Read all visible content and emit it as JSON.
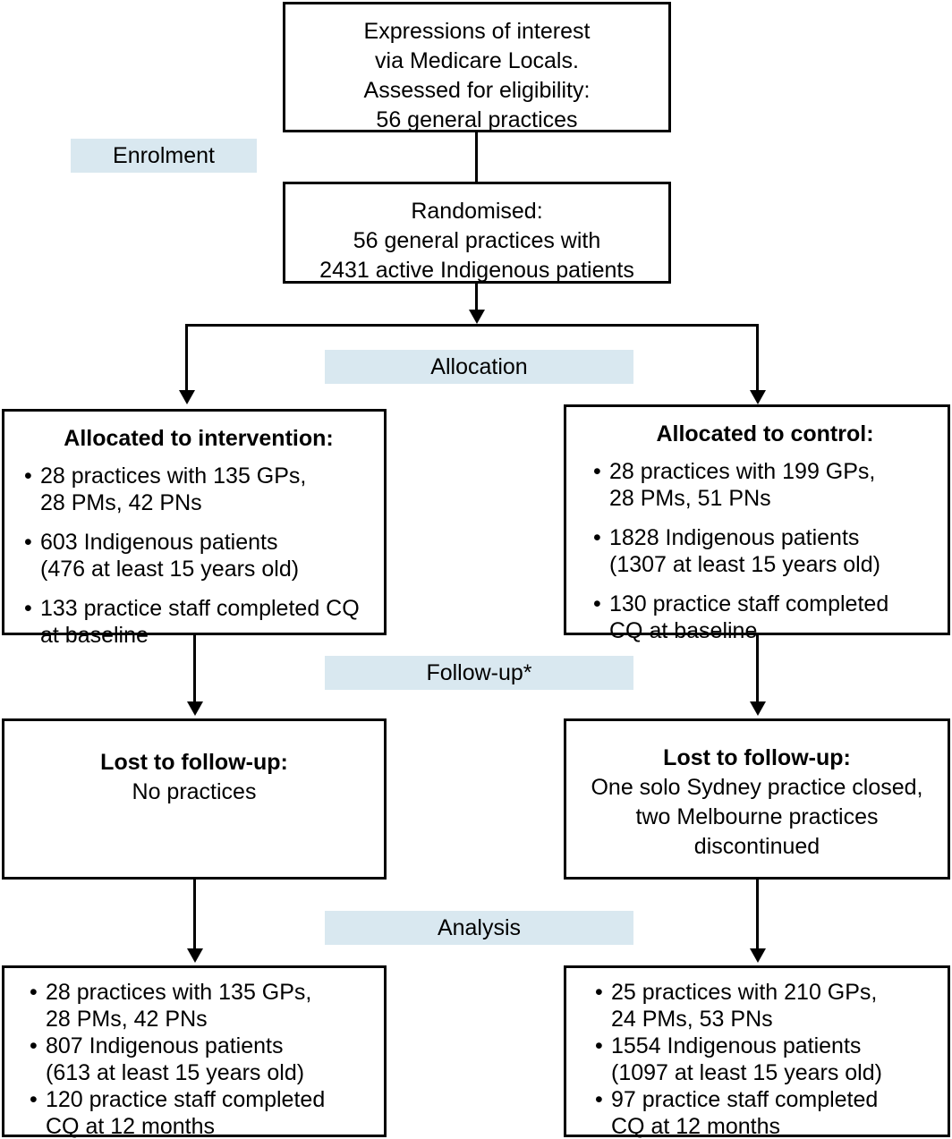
{
  "figure": {
    "type": "consort-flow-diagram",
    "accent_band_color": "#d9e8f0",
    "line_color": "#000000",
    "background": "#ffffff"
  },
  "bands": {
    "enrolment": "Enrolment",
    "allocation": "Allocation",
    "followup": "Follow-up*",
    "analysis": "Analysis"
  },
  "boxes": {
    "eligibility": {
      "lines": [
        "Expressions of interest",
        "via Medicare Locals.",
        "Assessed for eligibility:",
        "56 general practices"
      ]
    },
    "randomised": {
      "lines": [
        "Randomised:",
        "56 general practices with",
        "2431 active Indigenous patients"
      ]
    },
    "allocated_intervention": {
      "title": "Allocated to intervention:",
      "items": [
        "28 practices with 135 GPs,\n28 PMs, 42 PNs",
        "603 Indigenous patients\n(476 at least 15 years old)",
        "133 practice staff completed CQ\nat baseline"
      ]
    },
    "allocated_control": {
      "title": "Allocated to control:",
      "items": [
        "28 practices with 199 GPs,\n28 PMs, 51 PNs",
        "1828 Indigenous patients\n(1307 at least 15 years old)",
        "130 practice staff completed\nCQ at baseline"
      ]
    },
    "lost_intervention": {
      "title": "Lost to follow-up:",
      "lines": [
        "No practices"
      ]
    },
    "lost_control": {
      "title": "Lost to follow-up:",
      "lines": [
        "One solo Sydney practice closed,",
        "two Melbourne practices",
        "discontinued"
      ]
    },
    "analysed_intervention": {
      "items": [
        "28 practices with 135 GPs,\n28 PMs, 42 PNs",
        "807 Indigenous patients\n(613 at least 15 years old)",
        "120 practice staff completed\nCQ at 12 months"
      ]
    },
    "analysed_control": {
      "items": [
        "25 practices with 210 GPs,\n24 PMs, 53 PNs",
        "1554 Indigenous patients\n(1097 at least 15 years old)",
        "97 practice staff completed\nCQ at 12 months"
      ]
    }
  }
}
